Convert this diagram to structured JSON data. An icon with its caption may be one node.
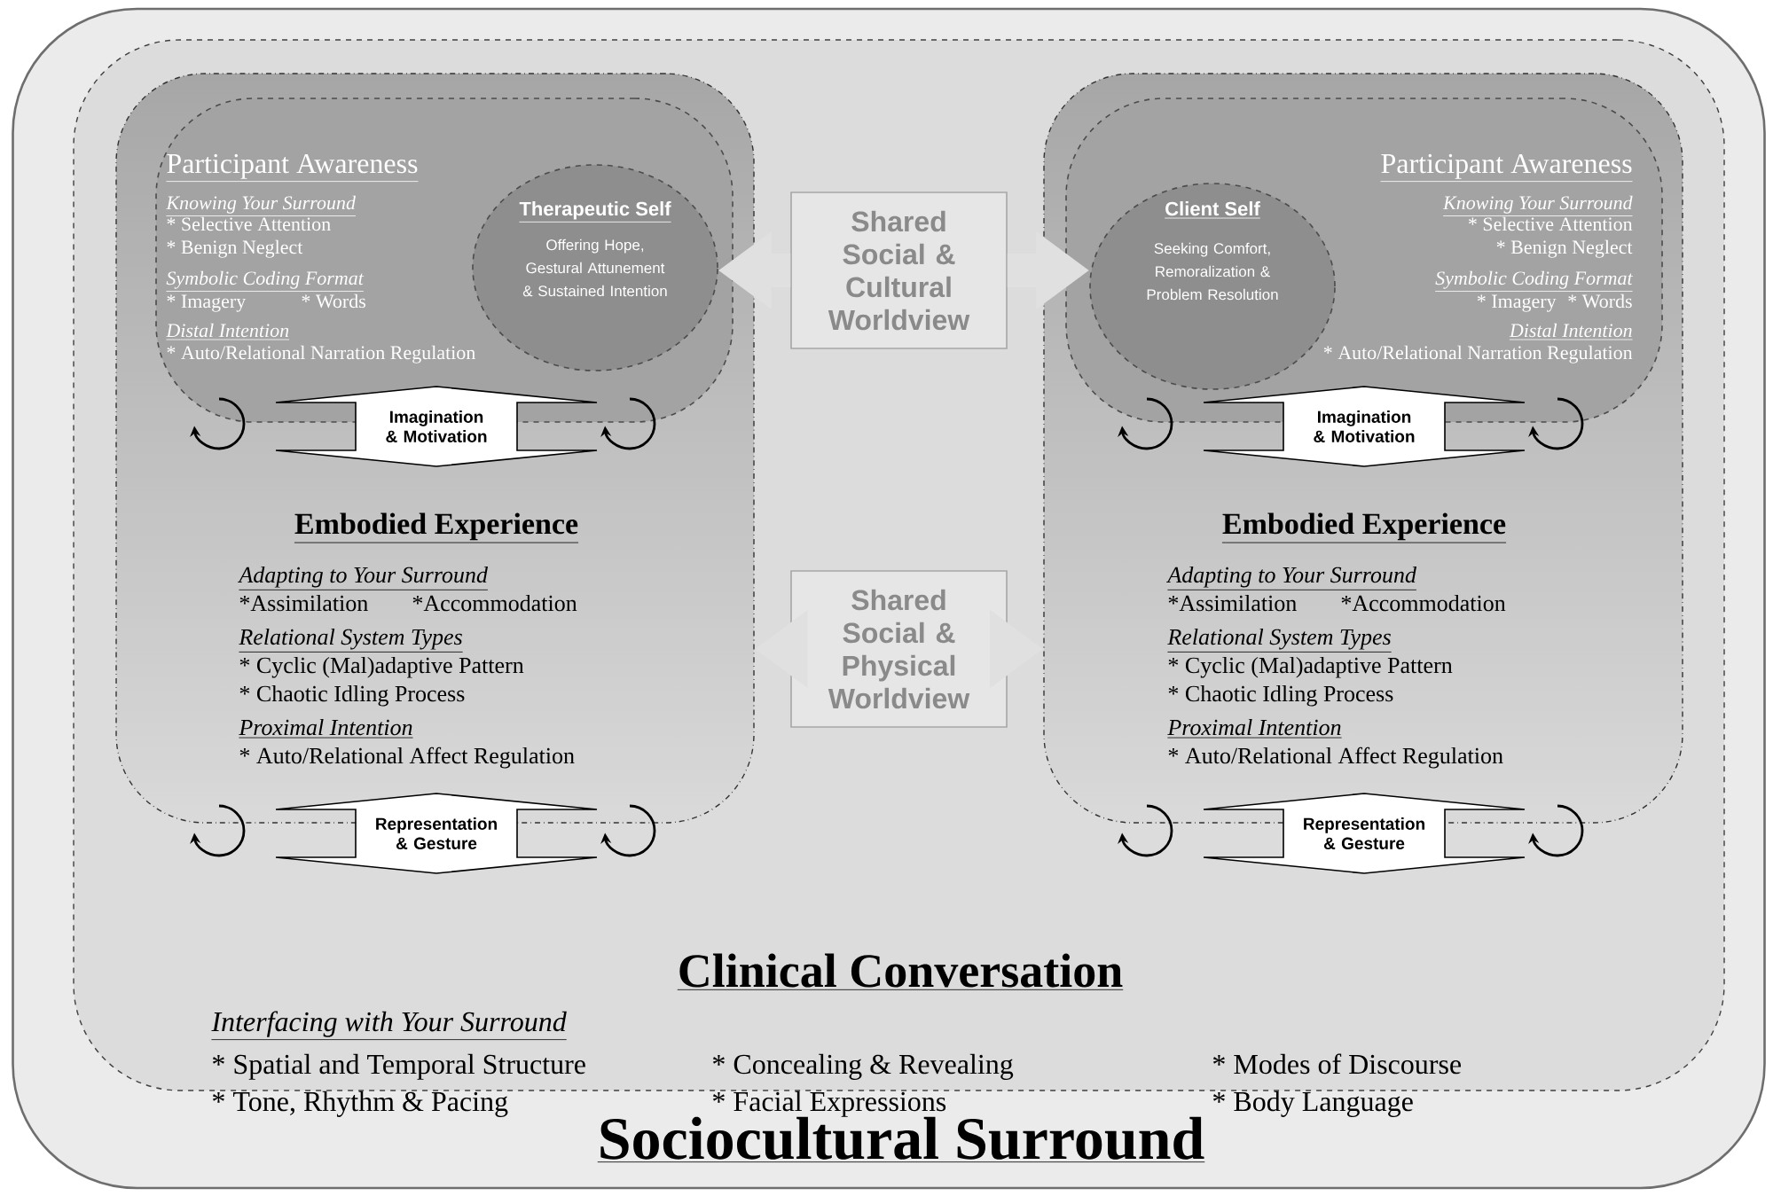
{
  "diagram": {
    "nodes": [
      {
        "text": [
          "Sociocultural Surround"
        ]
      },
      {
        "text": [
          "Clinical Conversation",
          "Interfacing with Your Surround"
        ],
        "in": 0
      },
      {
        "text": [
          "Embodied Experience",
          "Adapting to Your Surround",
          "*Assimilation",
          "*Accommodation",
          "Relational System Types",
          "* Cyclic (Mal)adaptive Pattern",
          "* Chaotic Idling Process",
          "Proximal Intention",
          "* Auto/Relational Affect Regulation"
        ],
        "in": 1
      },
      {
        "text": [
          "Participant Awareness",
          "Knowing Your Surround",
          "* Selective Attention",
          "* Benign Neglect",
          "Symbolic Coding Format",
          "* Imagery",
          "* Words",
          "Distal Intention",
          "* Auto/Relational Narration Regulation"
        ],
        "in": 2
      },
      {
        "text": [
          "Therapeutic Self",
          "Offering Hope, Gestural Attunement & Sustained Intention"
        ],
        "in": 3
      },
      {
        "text": [
          "Imagination & Motivation"
        ],
        "in": 2
      },
      {
        "text": [
          "Representation & Gesture"
        ],
        "in": 1
      },
      {
        "text": [
          "Shared Social & Cultural Worldview"
        ],
        "in": 1
      },
      {
        "text": [
          "Shared Social & Physical Worldview"
        ],
        "in": 1
      },
      {
        "text": [
          "Embodied Experience",
          "Adapting to Your Surround",
          "*Assimilation",
          "*Accommodation",
          "Relational System Types",
          "* Cyclic (Mal)adaptive Pattern",
          "* Chaotic Idling Process",
          "Proximal Intention",
          "* Auto/Relational Affect Regulation"
        ],
        "in": 1
      },
      {
        "text": [
          "Participant Awareness",
          "Knowing Your Surround",
          "* Selective Attention",
          "* Benign Neglect",
          "Symbolic Coding Format",
          "* Imagery",
          "* Words",
          "Distal Intention",
          "* Auto/Relational Narration Regulation"
        ],
        "in": 9
      },
      {
        "text": [
          "Client Self",
          "Seeking Comfort, Remoralization & Problem Resolution"
        ],
        "in": 10
      },
      {
        "text": [
          "Imagination & Motivation"
        ],
        "in": 9
      },
      {
        "text": [
          "Representation & Gesture"
        ],
        "in": 1
      }
    ],
    "edges": [
      {
        "from": 7,
        "to": 4,
        "arrow": "to"
      },
      {
        "from": 7,
        "to": 11,
        "arrow": "to"
      },
      {
        "from": 8,
        "to": 2,
        "arrow": "to"
      },
      {
        "from": 8,
        "to": 9,
        "arrow": "to"
      }
    ],
    "labels": [
      "* Spatial and Temporal Structure",
      "* Concealing & Revealing",
      "* Modes of Discourse",
      "* Tone, Rhythm & Pacing",
      "* Facial Expressions",
      "* Body Language"
    ]
  }
}
